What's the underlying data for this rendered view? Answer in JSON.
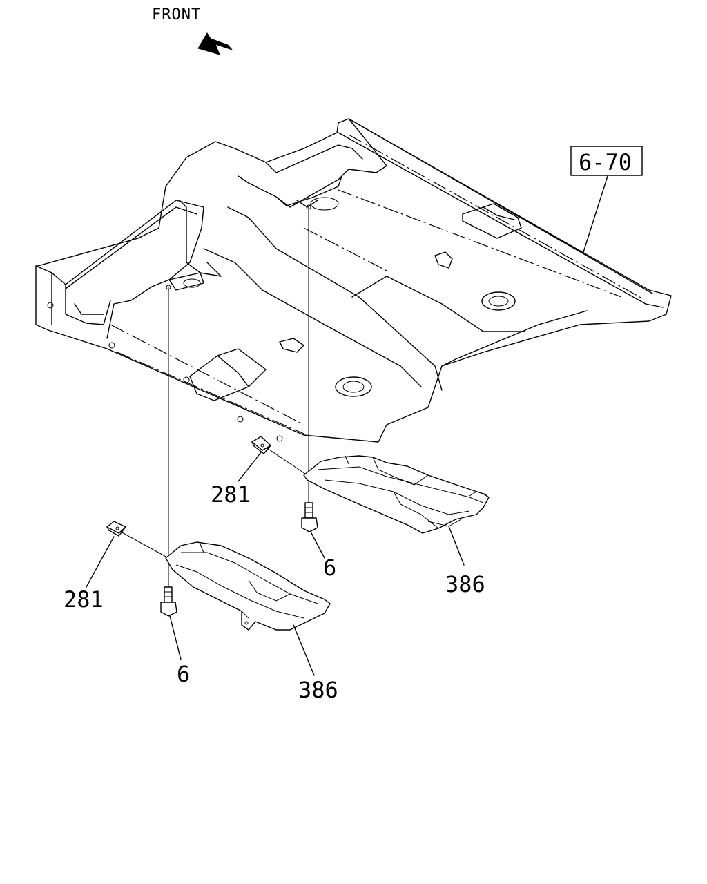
{
  "header": {
    "front_label": "FRONT"
  },
  "callouts": {
    "floor_ref": "6-70",
    "clip_upper": "281",
    "clip_lower": "281",
    "bolt_upper": "6",
    "bolt_lower": "6",
    "shield_upper": "386",
    "shield_lower": "386"
  },
  "colors": {
    "line": "#000000",
    "background": "#ffffff"
  }
}
